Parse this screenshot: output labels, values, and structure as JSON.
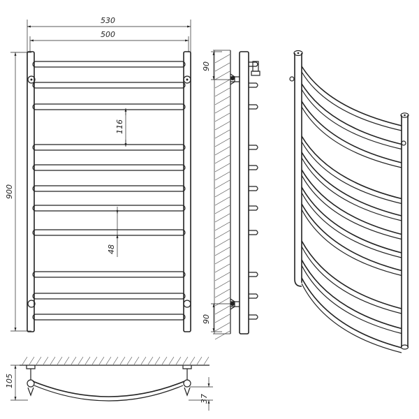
{
  "dimensions": {
    "total_width": "530",
    "bar_width": "500",
    "height": "900",
    "gap_large": "116",
    "gap_small": "48",
    "side_top_offset": "90",
    "side_bottom_offset": "90",
    "bottom_depth": "105",
    "bottom_offset": "37"
  },
  "views": {
    "front": "front-view",
    "side": "side-view",
    "perspective": "perspective-view",
    "top": "top-view"
  },
  "colors": {
    "line": "#222222",
    "background": "#ffffff"
  }
}
